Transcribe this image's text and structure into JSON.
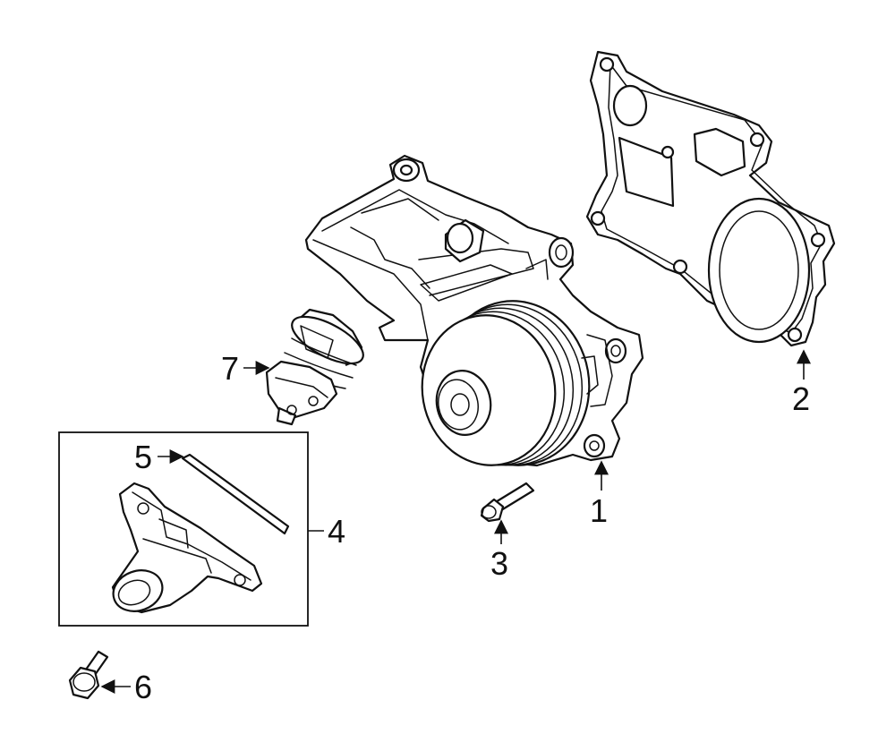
{
  "callouts": {
    "c1": "1",
    "c2": "2",
    "c3": "3",
    "c4": "4",
    "c5": "5",
    "c6": "6",
    "c7": "7"
  },
  "colors": {
    "line": "#111111",
    "background": "#ffffff"
  }
}
